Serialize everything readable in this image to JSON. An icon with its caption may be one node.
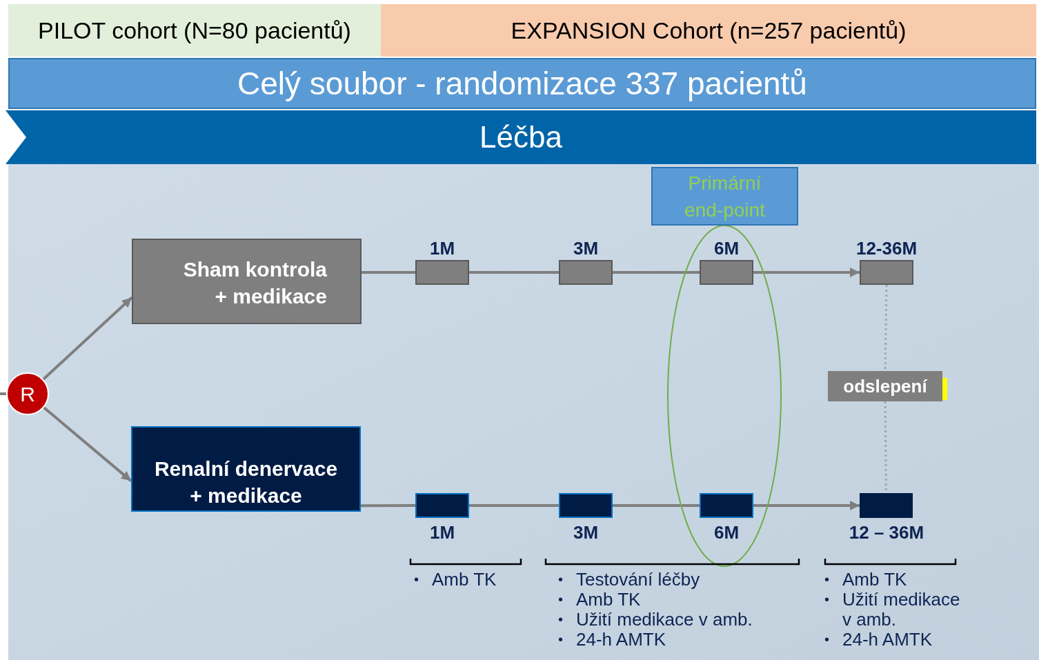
{
  "diagram": {
    "nodes": [
      {
        "text": [
          "PILOT cohort (N=80 pacientů)"
        ]
      },
      {
        "text": [
          "EXPANSION Cohort (n=257 pacientů)"
        ]
      },
      {
        "text": [
          "Celý soubor - randomizace 337 pacientů"
        ]
      },
      {
        "text": [
          "Léčba"
        ]
      },
      {
        "text": [
          "Primární end-point"
        ]
      },
      {
        "text": [
          "R"
        ]
      },
      {
        "text": [
          "Sham kontrola + medikace"
        ]
      },
      {
        "text": [
          "Renalní denervace + medikace"
        ]
      },
      {
        "text": [],
        "shape": "box",
        "beside": [
          "1M"
        ]
      },
      {
        "text": [],
        "shape": "box",
        "beside": [
          "3M"
        ]
      },
      {
        "text": [],
        "shape": "box",
        "beside": [
          "6M"
        ]
      },
      {
        "text": [],
        "shape": "box",
        "beside": [
          "12-36M"
        ]
      },
      {
        "text": [
          "odslepení"
        ]
      },
      {
        "text": [],
        "shape": "box",
        "beside": [
          "1M"
        ]
      },
      {
        "text": [],
        "shape": "box",
        "beside": [
          "3M"
        ]
      },
      {
        "text": [],
        "shape": "box",
        "beside": [
          "6M"
        ]
      },
      {
        "text": [],
        "shape": "box",
        "beside": [
          "12 – 36M"
        ]
      }
    ],
    "edges": [
      {
        "from": null,
        "to": 5,
        "arrow": "none"
      },
      {
        "from": 5,
        "to": 6,
        "arrow": "to"
      },
      {
        "from": 5,
        "to": 7,
        "arrow": "to"
      },
      {
        "from": 6,
        "to": 8,
        "arrow": "none"
      },
      {
        "from": 8,
        "to": 9,
        "arrow": "none"
      },
      {
        "from": 9,
        "to": 10,
        "arrow": "none"
      },
      {
        "from": 10,
        "to": 11,
        "arrow": "to"
      },
      {
        "from": 7,
        "to": 13,
        "arrow": "none"
      },
      {
        "from": 13,
        "to": 14,
        "arrow": "none"
      },
      {
        "from": 14,
        "to": 15,
        "arrow": "none"
      },
      {
        "from": 15,
        "to": 16,
        "arrow": "to"
      },
      {
        "from": 11,
        "to": 12,
        "arrow": "none",
        "style": "dashed",
        "color": "#a6a6a6"
      },
      {
        "from": 12,
        "to": 16,
        "arrow": "none",
        "style": "dashed",
        "color": "#a6a6a6"
      }
    ],
    "labels": [
      "•",
      "Amb TK",
      "•",
      "Testování léčby",
      "•",
      "Amb TK",
      "•",
      "Užití medikace v amb.",
      "•",
      "24-h AMTK",
      "•",
      "Amb TK",
      "•",
      "Užití medikace v amb.",
      "•",
      "24-h AMTK"
    ]
  }
}
